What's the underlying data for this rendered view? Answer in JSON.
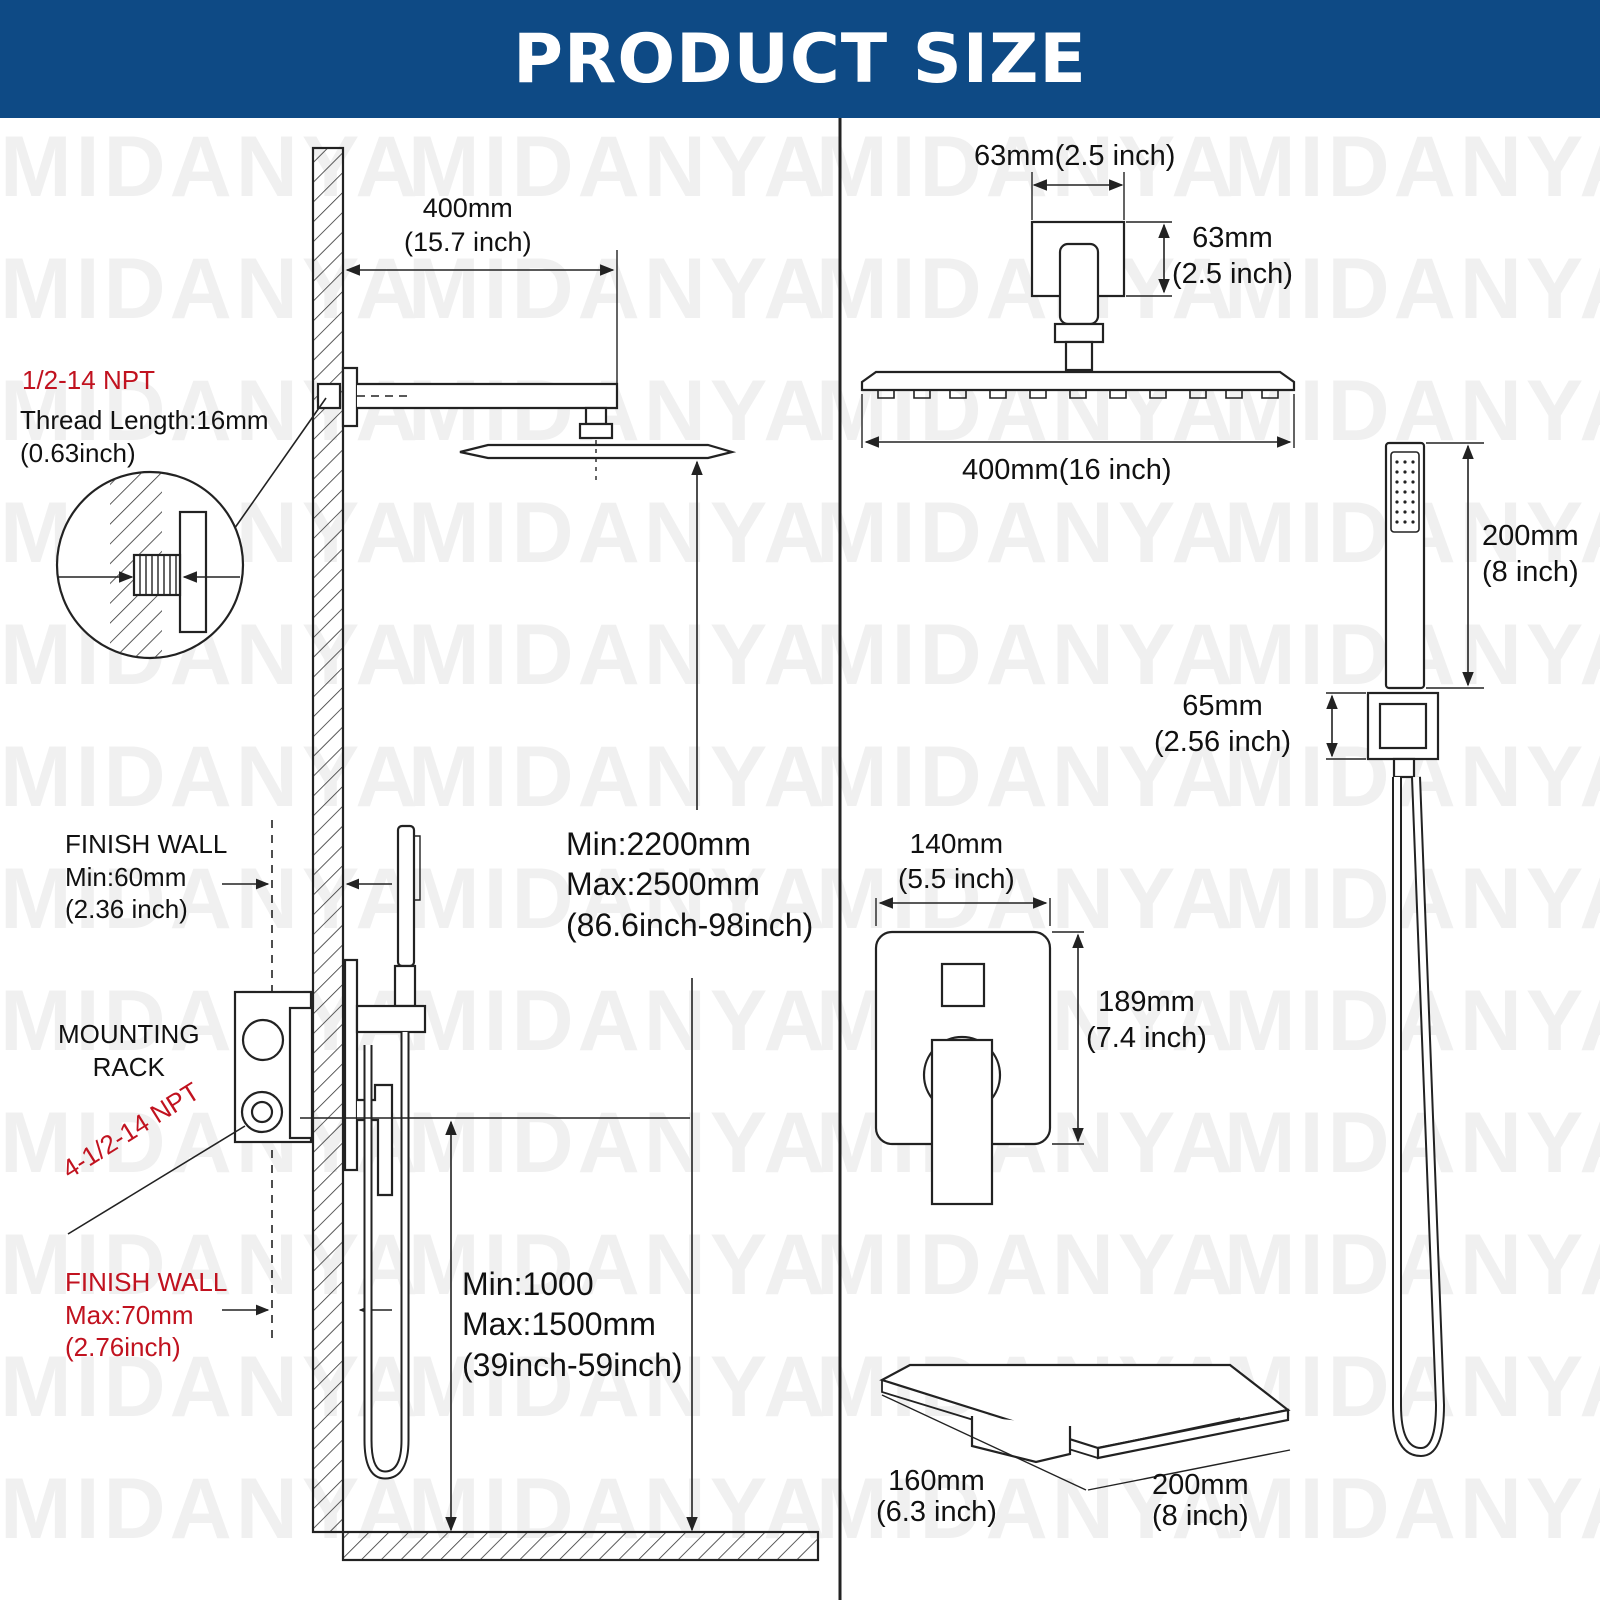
{
  "header": {
    "title": "PRODUCT SIZE",
    "background": "#0e4a85"
  },
  "watermark": {
    "text": "MIDANYA"
  },
  "colors": {
    "accent_red": "#c1121f",
    "line": "#222222"
  },
  "left_panel": {
    "arm_length": {
      "line1": "400mm",
      "line2": "(15.7 inch)"
    },
    "npt_top": "1/2-14 NPT",
    "thread_length": {
      "line1": "Thread Length:16mm",
      "line2": "(0.63inch)"
    },
    "shower_height": {
      "line1": "Min:2200mm",
      "line2": "Max:2500mm",
      "line3": "(86.6inch-98inch)"
    },
    "finish_wall_min": {
      "line1": "FINISH WALL",
      "line2": "Min:60mm",
      "line3": "(2.36 inch)"
    },
    "mounting_rack": {
      "line1": "MOUNTING",
      "line2": "RACK"
    },
    "npt_valve": "4-1/2-14 NPT",
    "finish_wall_max": {
      "line1": "FINISH WALL",
      "line2": "Max:70mm",
      "line3": "(2.76inch)"
    },
    "valve_height": {
      "line1": "Min:1000",
      "line2": "Max:1500mm",
      "line3": "(39inch-59inch)"
    }
  },
  "right_panel": {
    "flange_width": "63mm(2.5 inch)",
    "flange_height": {
      "line1": "63mm",
      "line2": "(2.5 inch)"
    },
    "head_width": "400mm(16 inch)",
    "handheld_length": {
      "line1": "200mm",
      "line2": "(8 inch)"
    },
    "holder_height": {
      "line1": "65mm",
      "line2": "(2.56 inch)"
    },
    "trim_width": {
      "line1": "140mm",
      "line2": "(5.5 inch)"
    },
    "trim_height": {
      "line1": "189mm",
      "line2": "(7.4 inch)"
    },
    "spout_depth": {
      "line1": "160mm",
      "line2": "(6.3 inch)"
    },
    "spout_width": {
      "line1": "200mm",
      "line2": "(8 inch)"
    }
  }
}
